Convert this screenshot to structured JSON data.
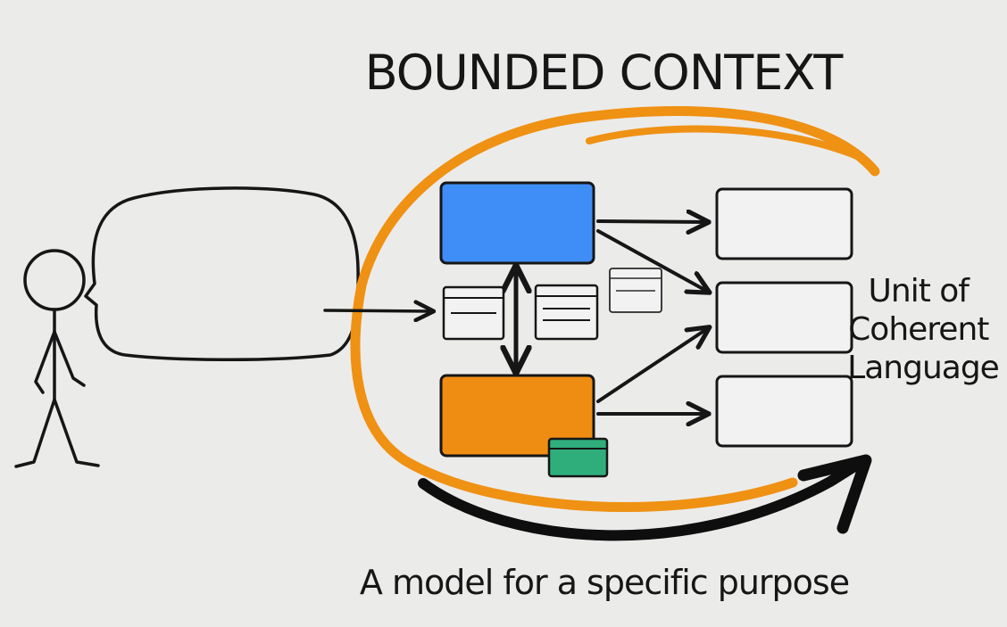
{
  "diagram": {
    "title": "BOUNDED CONTEXT",
    "side_label_lines": [
      "Unit of",
      "Coherent",
      "Language"
    ],
    "caption": "A model for a specific purpose"
  },
  "colors": {
    "background": "#ebebea",
    "ink": "#161616",
    "boundary_orange": "#ef9113",
    "entity_blue": "#3f8ef7",
    "entity_orange": "#ef8c12",
    "entity_green": "#2fae7c",
    "box_fill": "#f2f2f2"
  },
  "icons": {
    "person": "stick-figure-icon",
    "speech": "speech-bubble-icon"
  }
}
